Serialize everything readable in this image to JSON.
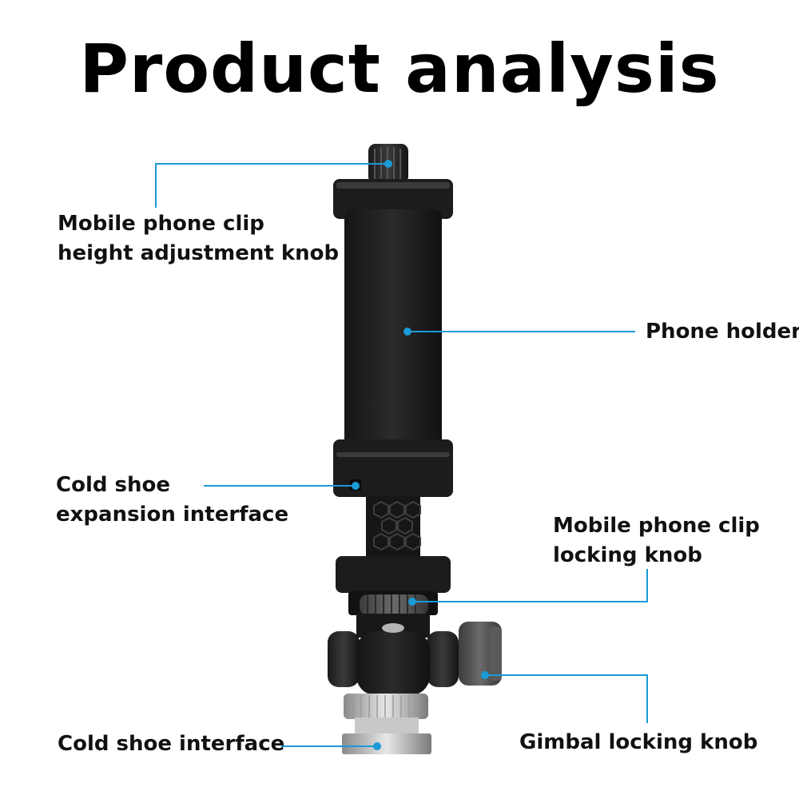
{
  "title": "Product analysis",
  "accent_color": "#1a9ad6",
  "labels": {
    "height_knob": [
      "Mobile phone clip",
      "height adjustment knob"
    ],
    "phone_holder": [
      "Phone holder"
    ],
    "cold_shoe_expansion": [
      "Cold shoe",
      "expansion interface"
    ],
    "locking_knob": [
      "Mobile phone clip",
      "locking knob"
    ],
    "cold_shoe_interface": [
      "Cold shoe interface"
    ],
    "gimbal_knob": [
      "Gimbal locking knob"
    ]
  }
}
